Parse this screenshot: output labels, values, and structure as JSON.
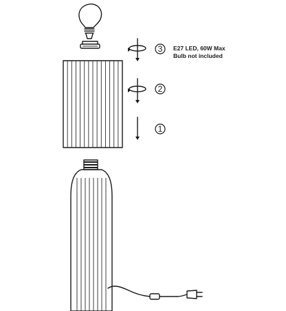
{
  "steps": [
    {
      "number": "3",
      "rotates": true
    },
    {
      "number": "2",
      "rotates": true
    },
    {
      "number": "1",
      "rotates": false
    }
  ],
  "bulb_note": {
    "line1": "E27 LED, 60W Max",
    "line2": "Bulb not included"
  },
  "colors": {
    "ink": "#1a1a1a",
    "background": "#ffffff"
  }
}
